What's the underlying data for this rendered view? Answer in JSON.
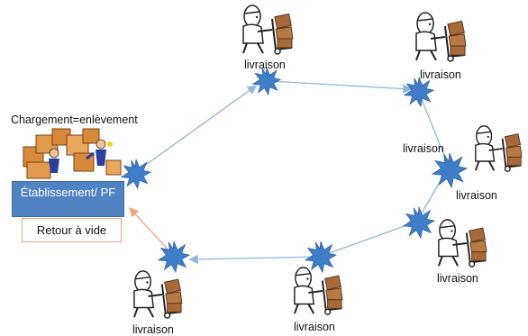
{
  "hub": {
    "cargo_label": "Chargement=enlèvement",
    "establishment_label": "Établissement/ PF",
    "return_label": "Retour à vide"
  },
  "stops": [
    {
      "label": "livraison"
    },
    {
      "label": "livraison"
    },
    {
      "label": "livraison"
    },
    {
      "label": "livraison"
    },
    {
      "label": "livraison"
    },
    {
      "label": "livraison"
    },
    {
      "label": "livraison"
    }
  ],
  "colors": {
    "route": "#8fb6df",
    "return_route": "#f2a57a",
    "burst": "#3f7fc9",
    "hub_box": "#4f83c2"
  }
}
